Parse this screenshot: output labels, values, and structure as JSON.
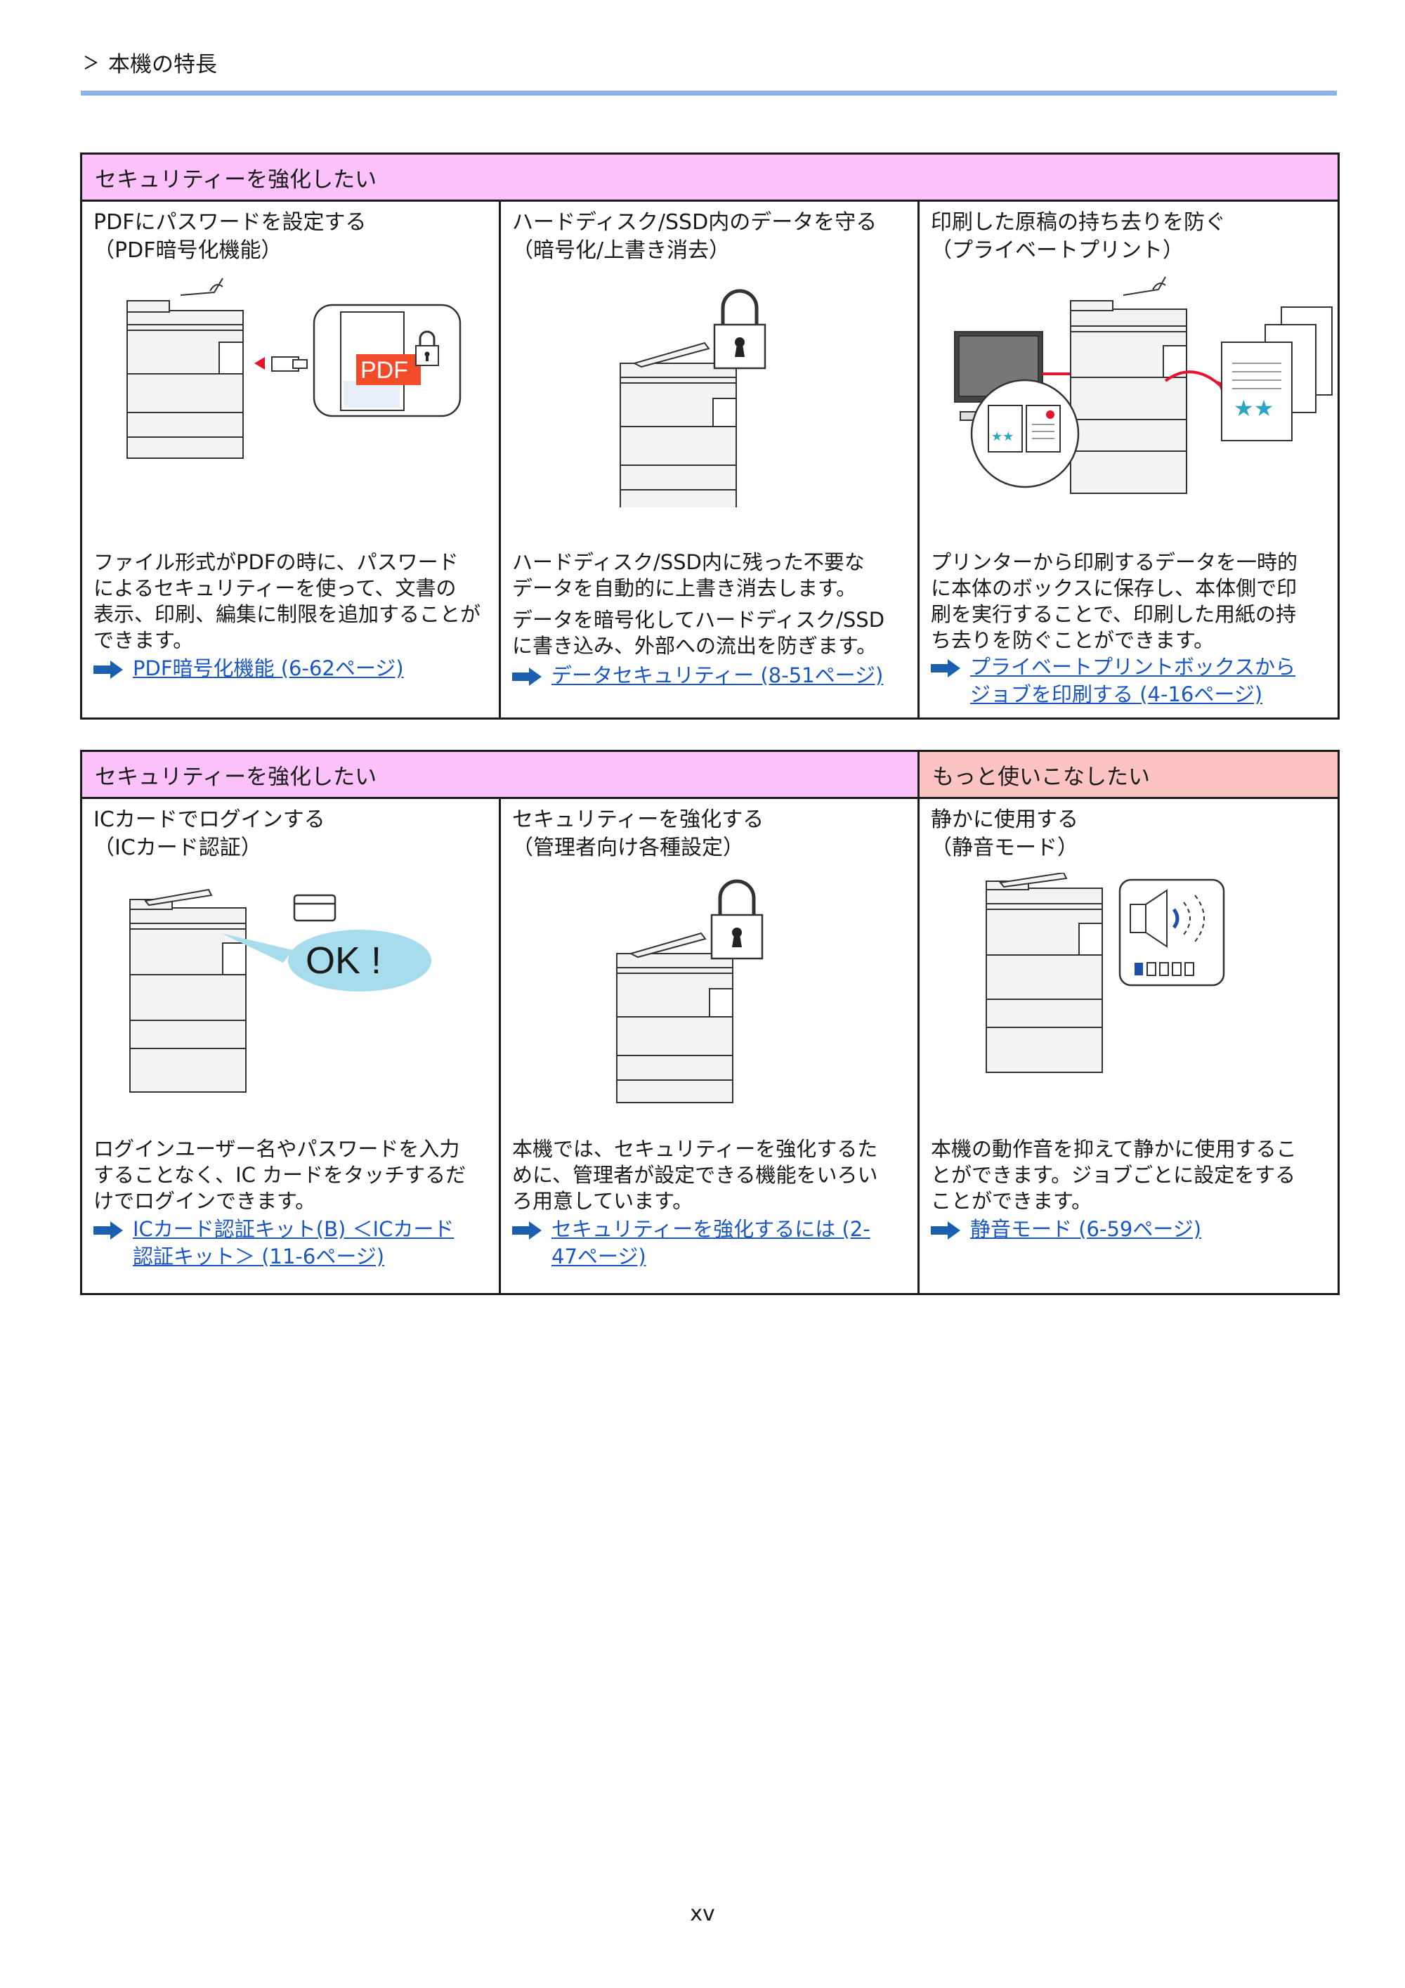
{
  "header": {
    "title": "本機の特長"
  },
  "table1": {
    "category": "セキュリティーを強化したい",
    "cells": [
      {
        "title1": "PDFにパスワードを設定する",
        "title2": "（PDF暗号化機能）",
        "illus_text": "PDF",
        "desc1": "ファイル形式がPDFの時に、パスワード",
        "desc2": "によるセキュリティーを使って、文書の",
        "desc3": "表示、印刷、編集に制限を追加することが",
        "desc4": "できます。",
        "link1": "PDF暗号化機能 (6-62ページ)"
      },
      {
        "title1": "ハードディスク/SSD内のデータを守る",
        "title2": "（暗号化/上書き消去）",
        "desc1": "ハードディスク/SSD内に残った不要な",
        "desc2": "データを自動的に上書き消去します。",
        "desc3": "データを暗号化してハードディスク/SSD",
        "desc4": "に書き込み、外部への流出を防ぎます。",
        "link1": "データセキュリティー (8-51ページ)"
      },
      {
        "title1": "印刷した原稿の持ち去りを防ぐ",
        "title2": "（プライベートプリント）",
        "desc1": "プリンターから印刷するデータを一時的",
        "desc2": "に本体のボックスに保存し、本体側で印",
        "desc3": "刷を実行することで、印刷した用紙の持",
        "desc4": "ち去りを防ぐことができます。",
        "link1": "プライベートプリントボックスから",
        "link2": "ジョブを印刷する (4-16ページ)"
      }
    ]
  },
  "table2": {
    "category_left": "セキュリティーを強化したい",
    "category_right": "もっと使いこなしたい",
    "cells": [
      {
        "title1": "ICカードでログインする",
        "title2": "（ICカード認証）",
        "illus_text": "OK !",
        "desc1": "ログインユーザー名やパスワードを入力",
        "desc2": "することなく、IC カードをタッチするだ",
        "desc3": "けでログインできます。",
        "link1": "ICカード認証キット(B) ＜ICカード",
        "link2": "認証キット＞ (11-6ページ)"
      },
      {
        "title1": "セキュリティーを強化する",
        "title2": "（管理者向け各種設定）",
        "desc1": "本機では、セキュリティーを強化するた",
        "desc2": "めに、管理者が設定できる機能をいろい",
        "desc3": "ろ用意しています。",
        "link1": "セキュリティーを強化するには (2-",
        "link2": "47ページ)"
      },
      {
        "title1": "静かに使用する",
        "title2": "（静音モード）",
        "desc1": "本機の動作音を抑えて静かに使用するこ",
        "desc2": "とができます。ジョブごとに設定をする",
        "desc3": "ことができます。",
        "link1": "静音モード (6-59ページ)"
      }
    ]
  },
  "page_number": "xv",
  "colors": {
    "rule": "#8db2e8",
    "category_pink": "#fbc2fa",
    "category_salmon": "#fcc3c3",
    "link": "#1a56c4",
    "arrow": "#1c5fb0"
  }
}
